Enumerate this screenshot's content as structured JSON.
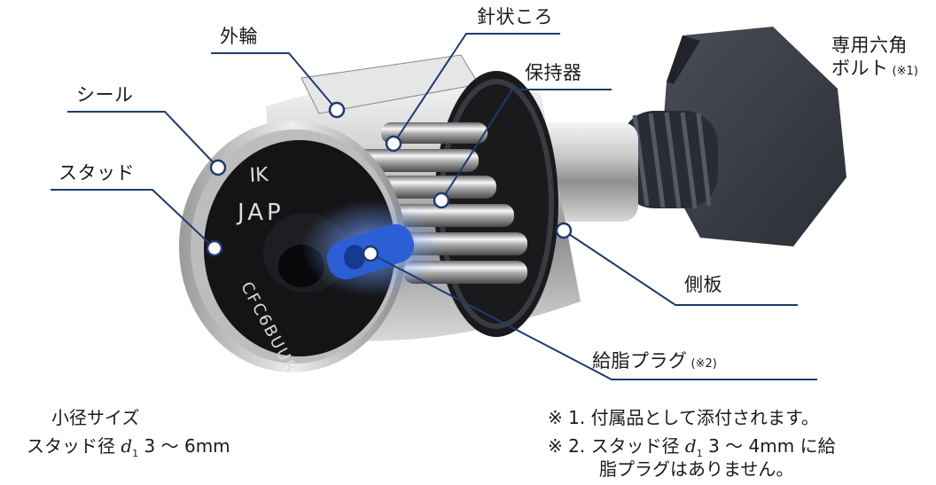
{
  "labels": {
    "outer_ring": "外輪",
    "seal": "シール",
    "stud": "スタッド",
    "needle_rollers": "針状ころ",
    "cage": "保持器",
    "hex_bolt_line1": "専用六角",
    "hex_bolt_line2": "ボルト",
    "hex_bolt_note": "(※1)",
    "side_plate": "側板",
    "grease_plug": "給脂プラグ",
    "grease_plug_note": "(※2)"
  },
  "stud_marking": {
    "top": "IK",
    "middle": "JAP",
    "bottom": "CFC6BUUR"
  },
  "size_note": {
    "line1": "小径サイズ",
    "line2_prefix": "スタッド径",
    "symbol": "d",
    "symbol_sub": "1",
    "range": "3 〜 6mm"
  },
  "footnotes": {
    "n1_marker": "※ 1.",
    "n1_text": "付属品として添付されます。",
    "n2_marker": "※ 2.",
    "n2_prefix": "スタッド径",
    "n2_symbol": "d",
    "n2_symbol_sub": "1",
    "n2_text": "3 〜 4mm に給",
    "n2_text_line2": "脂プラグはありません。"
  },
  "colors": {
    "leader_line": "#1f3a6e",
    "dot_fill": "#ffffff",
    "grease_plug": "#2255cc"
  }
}
